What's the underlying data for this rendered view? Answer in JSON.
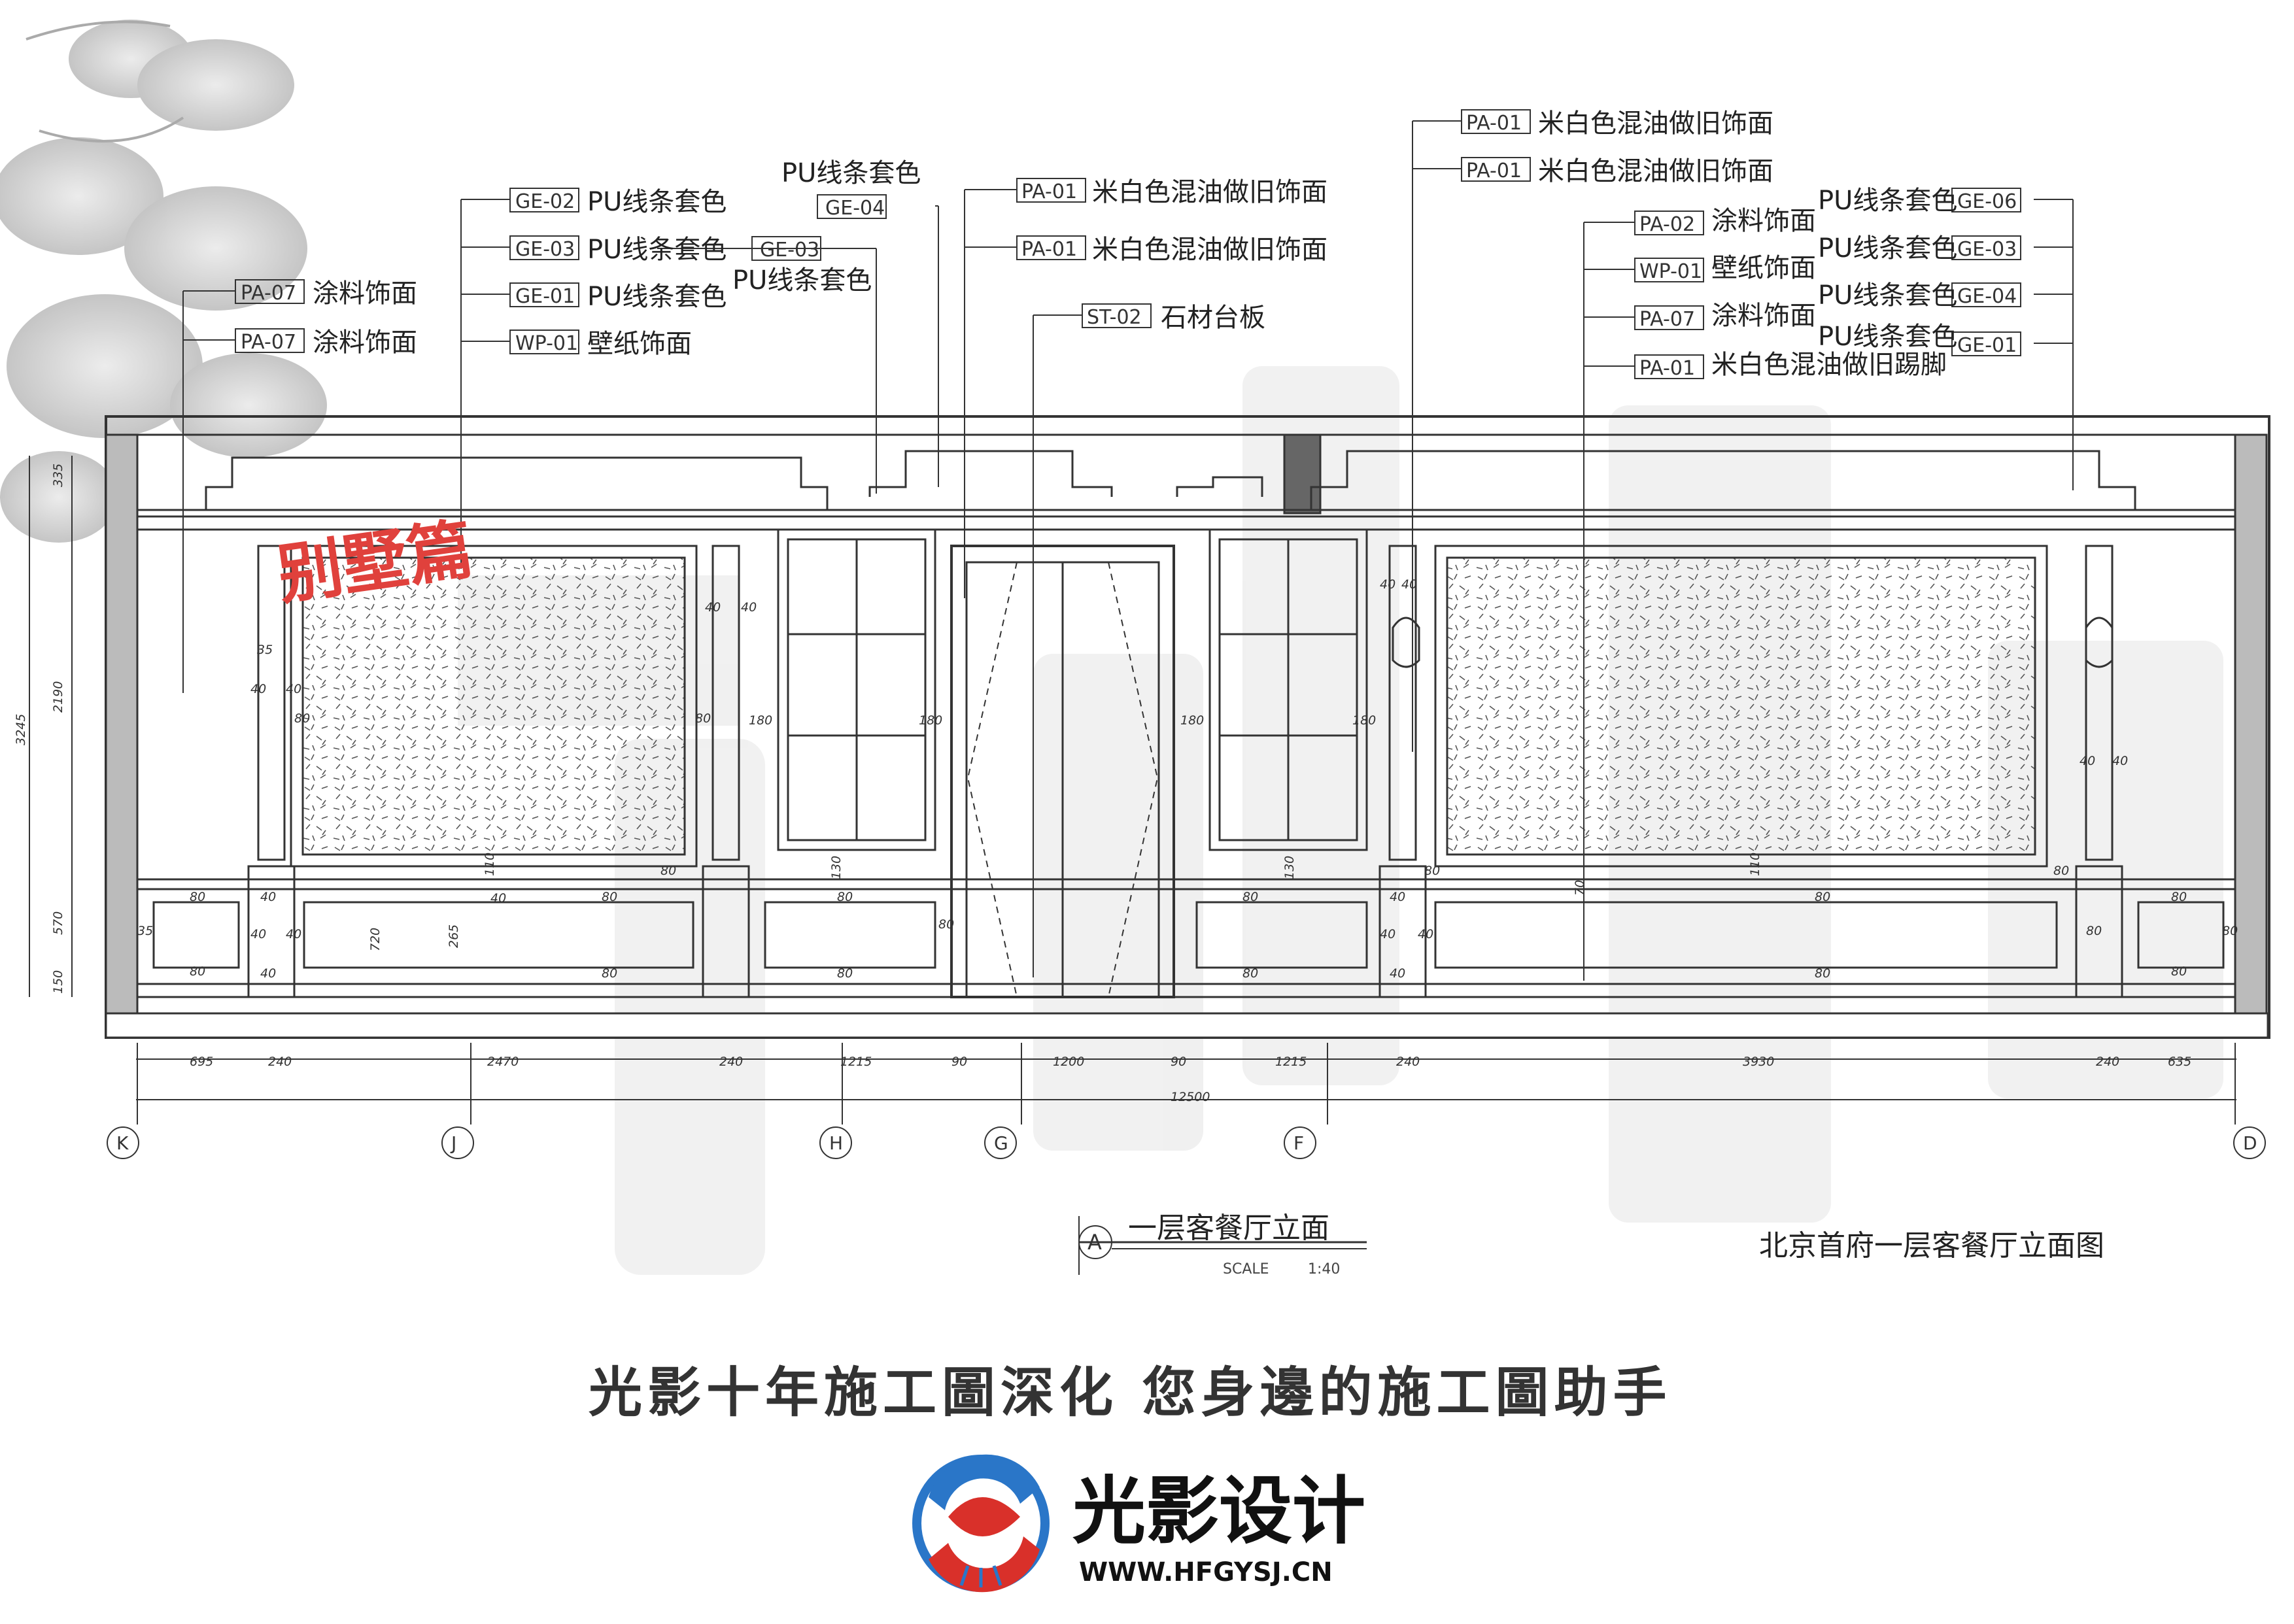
{
  "callouts_left": [
    {
      "code": "PA-07",
      "text": "涂料饰面"
    },
    {
      "code": "PA-07",
      "text": "涂料饰面"
    },
    {
      "code": "GE-02",
      "text": "PU线条套色"
    },
    {
      "code": "GE-03",
      "text": "PU线条套色"
    },
    {
      "code": "GE-01",
      "text": "PU线条套色"
    },
    {
      "code": "WP-01",
      "text": "壁纸饰面"
    }
  ],
  "callouts_mid": {
    "top_text": "PU线条套色",
    "top_code": "GE-04",
    "second_code": "GE-03",
    "second_text": "PU线条套色",
    "pa1_code": "PA-01",
    "pa1_text": "米白色混油做旧饰面",
    "pa2_code": "PA-01",
    "pa2_text": "米白色混油做旧饰面",
    "st_code": "ST-02",
    "st_text": "石材台板"
  },
  "callouts_right_top": [
    {
      "code": "PA-01",
      "text": "米白色混油做旧饰面"
    },
    {
      "code": "PA-01",
      "text": "米白色混油做旧饰面"
    }
  ],
  "callouts_right_left": [
    {
      "code": "PA-02",
      "text": "涂料饰面"
    },
    {
      "code": "WP-01",
      "text": "壁纸饰面"
    },
    {
      "code": "PA-07",
      "text": "涂料饰面"
    },
    {
      "code": "PA-01",
      "text": "米白色混油做旧踢脚"
    }
  ],
  "callouts_right_right": [
    {
      "text": "PU线条套色",
      "code": "GE-06"
    },
    {
      "text": "PU线条套色",
      "code": "GE-03"
    },
    {
      "text": "PU线条套色",
      "code": "GE-04"
    },
    {
      "text": "PU线条套色",
      "code": "GE-01"
    }
  ],
  "vertical_dims": [
    "335",
    "2190",
    "570",
    "150",
    "3245"
  ],
  "bottom_dims": [
    "695",
    "240",
    "2470",
    "240",
    "1215",
    "90",
    "1200",
    "90",
    "1215",
    "240",
    "3930",
    "240",
    "635"
  ],
  "total_dim": "12500",
  "axes": [
    "K",
    "J",
    "H",
    "G",
    "F",
    "D"
  ],
  "inner_dims": [
    "35",
    "40",
    "40",
    "80",
    "80",
    "40",
    "40",
    "80",
    "180",
    "180",
    "180",
    "180",
    "40",
    "40",
    "40",
    "40",
    "80",
    "80",
    "110",
    "110",
    "130",
    "130",
    "70",
    "80",
    "80",
    "80",
    "80",
    "40",
    "40",
    "40",
    "40",
    "40",
    "40",
    "40",
    "40",
    "40",
    "265",
    "720",
    "80",
    "80",
    "80",
    "80",
    "80",
    "80",
    "80",
    "80",
    "80",
    "35",
    "80",
    "80"
  ],
  "stamp": "别墅篇",
  "title_block": {
    "label": "A",
    "title": "一层客餐厅立面",
    "scale_label": "SCALE",
    "scale_value": "1:40"
  },
  "sheet_title": "北京首府一层客餐厅立面图",
  "slogan": "光影十年施工圖深化  您身邊的施工圖助手",
  "brand": {
    "name": "光影设计",
    "url": "WWW.HFGYSJ.CN"
  },
  "colors": {
    "stamp": "#e0413c",
    "logo_red": "#d9302a",
    "logo_blue": "#2a76c8",
    "line": "#333333"
  }
}
